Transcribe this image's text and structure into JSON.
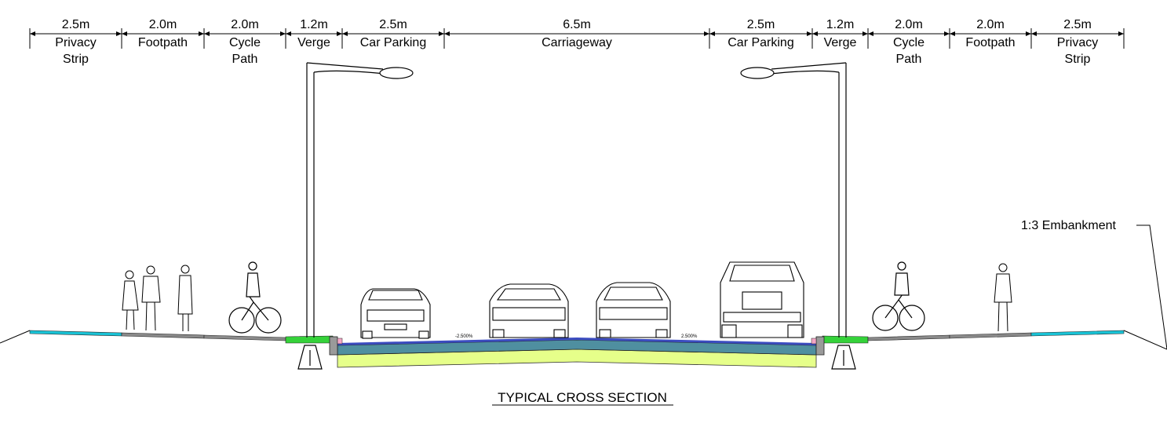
{
  "segments": [
    {
      "id": "privacy-strip-left",
      "value": "2.5m",
      "label": [
        "Privacy",
        "Strip"
      ]
    },
    {
      "id": "footpath-left",
      "value": "2.0m",
      "label": [
        "Footpath"
      ]
    },
    {
      "id": "cycle-path-left",
      "value": "2.0m",
      "label": [
        "Cycle",
        "Path"
      ]
    },
    {
      "id": "verge-left",
      "value": "1.2m",
      "label": [
        "Verge"
      ]
    },
    {
      "id": "car-parking-left",
      "value": "2.5m",
      "label": [
        "Car Parking"
      ]
    },
    {
      "id": "carriageway",
      "value": "6.5m",
      "label": [
        "Carriageway"
      ]
    },
    {
      "id": "car-parking-right",
      "value": "2.5m",
      "label": [
        "Car Parking"
      ]
    },
    {
      "id": "verge-right",
      "value": "1.2m",
      "label": [
        "Verge"
      ]
    },
    {
      "id": "cycle-path-right",
      "value": "2.0m",
      "label": [
        "Cycle",
        "Path"
      ]
    },
    {
      "id": "footpath-right",
      "value": "2.0m",
      "label": [
        "Footpath"
      ]
    },
    {
      "id": "privacy-strip-right",
      "value": "2.5m",
      "label": [
        "Privacy",
        "Strip"
      ]
    }
  ],
  "embankment_label": "1:3 Embankment",
  "camber_left": "-2.500%",
  "camber_right": "2.500%",
  "title": "TYPICAL CROSS SECTION",
  "colors": {
    "privacy_strip": "#19c3d6",
    "verge": "#35d23a",
    "sub_base": "#e6ff8a",
    "road_base": "#4f8fa0",
    "surface": "#3b4cc0",
    "path": "#8a8a8a"
  }
}
